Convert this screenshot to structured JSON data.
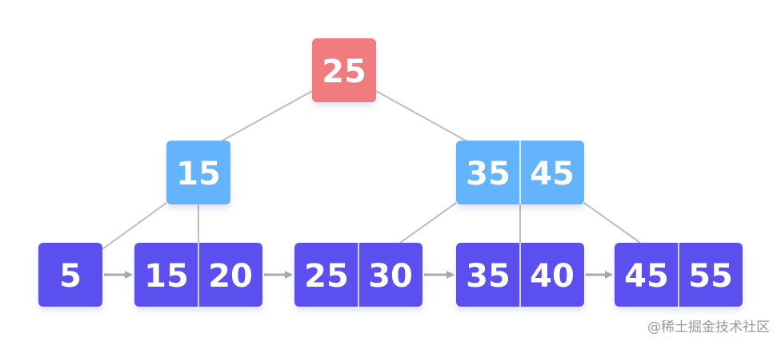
{
  "colors": {
    "root": "#f07c80",
    "internal": "#63b4fa",
    "leaf": "#5b50ef",
    "edge": "#bdbdbd",
    "arrow": "#a9a9a9"
  },
  "tree": {
    "root": {
      "keys": [
        "25"
      ]
    },
    "internal": [
      {
        "keys": [
          "15"
        ]
      },
      {
        "keys": [
          "35",
          "45"
        ]
      }
    ],
    "leaves": [
      {
        "keys": [
          "5"
        ]
      },
      {
        "keys": [
          "15",
          "20"
        ]
      },
      {
        "keys": [
          "25",
          "30"
        ]
      },
      {
        "keys": [
          "35",
          "40"
        ]
      },
      {
        "keys": [
          "45",
          "55"
        ]
      }
    ]
  },
  "watermark": "@稀土掘金技术社区"
}
